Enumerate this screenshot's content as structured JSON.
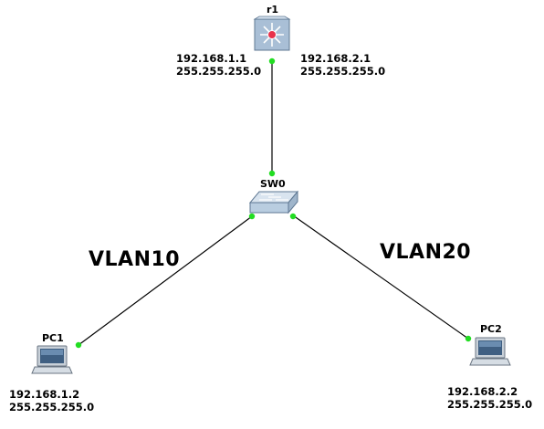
{
  "nodes": {
    "router": {
      "name": "r1",
      "icon": "router-icon"
    },
    "switch": {
      "name": "SW0",
      "icon": "switch-icon"
    },
    "pc1": {
      "name": "PC1",
      "icon": "laptop-icon"
    },
    "pc2": {
      "name": "PC2",
      "icon": "laptop-icon"
    }
  },
  "addresses": {
    "r1_if1": {
      "ip": "192.168.1.1",
      "mask": "255.255.255.0"
    },
    "r1_if2": {
      "ip": "192.168.2.1",
      "mask": "255.255.255.0"
    },
    "pc1": {
      "ip": "192.168.1.2",
      "mask": "255.255.255.0"
    },
    "pc2": {
      "ip": "192.168.2.2",
      "mask": "255.255.255.0"
    }
  },
  "vlans": {
    "left": "VLAN10",
    "right": "VLAN20"
  },
  "colors": {
    "link": "#000000",
    "port_up": "#22dd22",
    "router_body": "#a9bfd6",
    "switch_body": "#b9cde0",
    "laptop_body": "#c8d0d8"
  }
}
